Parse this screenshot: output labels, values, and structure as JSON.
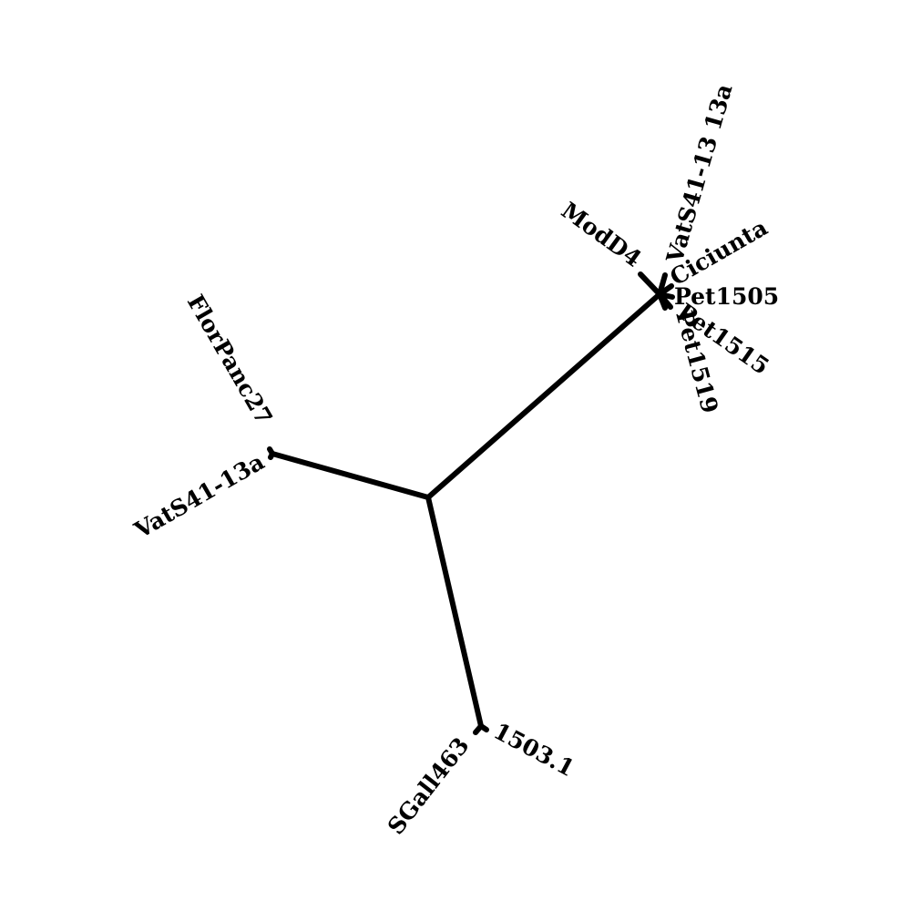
{
  "tree": {
    "type": "unrooted-phylogenetic-tree",
    "line_color": "#000000",
    "label_color": "#000000",
    "background": "#ffffff",
    "leaves": [
      {
        "id": "modd4",
        "label": "ModD4"
      },
      {
        "id": "vats41-13-13a",
        "label": "VatS41-13 13a"
      },
      {
        "id": "ciciunta",
        "label": "Ciciunta"
      },
      {
        "id": "pet1505",
        "label": "Pet1505"
      },
      {
        "id": "pet1515",
        "label": "Pet1515"
      },
      {
        "id": "pet1519",
        "label": "Pet1519"
      },
      {
        "id": "florpanc27",
        "label": "FlorPanc27"
      },
      {
        "id": "vats41-13a",
        "label": "VatS41-13a"
      },
      {
        "id": "sgall463",
        "label": "SGall463"
      },
      {
        "id": "1503-1",
        "label": "1503.1"
      }
    ]
  }
}
